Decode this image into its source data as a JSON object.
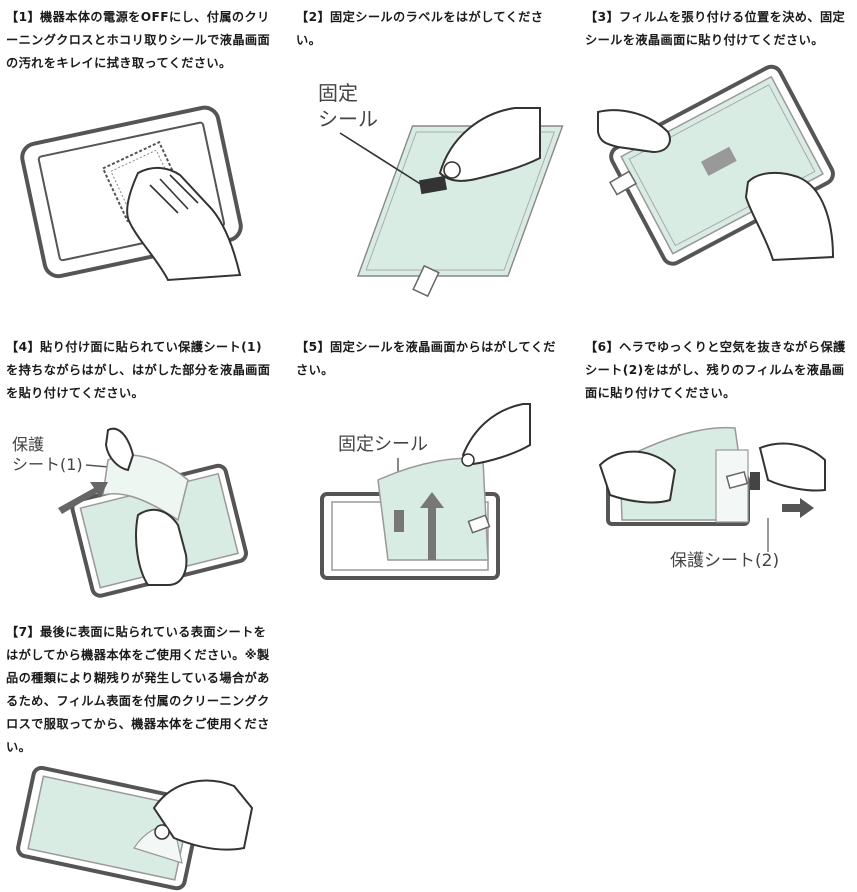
{
  "steps": [
    {
      "text": "【1】機器本体の電源をOFFにし、付属のクリーニングクロスとホコリ取りシールで液晶画面の汚れをキレイに拭き取ってください。",
      "labels": []
    },
    {
      "text": "【2】固定シールのラベルをはがしてください。",
      "labels": [
        "固定",
        "シール"
      ]
    },
    {
      "text": "【3】フィルムを張り付ける位置を決め、固定シールを液晶画面に貼り付けてください。",
      "labels": []
    },
    {
      "text": "【4】貼り付け面に貼られてい保護シート(1)を持ちながらはがし、はがした部分を液晶画面を貼り付けてください。",
      "labels": [
        "保護",
        "シート(1)"
      ]
    },
    {
      "text": "【5】固定シールを液晶画面からはがしてください。",
      "labels": [
        "固定シール"
      ]
    },
    {
      "text": "【6】ヘラでゆっくりと空気を抜きながら保護シート(2)をはがし、残りのフィルムを液晶画面に貼り付けてください。",
      "labels": [
        "保護シート(2)"
      ]
    },
    {
      "text": "【7】最後に表面に貼られている表面シートをはがしてから機器本体をご使用ください。※製品の種類により糊残りが発生している場合があるため、フィルム表面を付属のクリーニングクロスで服取ってから、機器本体をご使用ください。",
      "labels": []
    }
  ],
  "colors": {
    "film": "#d8ece4",
    "device": "#555555",
    "line": "#666666",
    "arrow": "#777777",
    "dark": "#333333"
  }
}
